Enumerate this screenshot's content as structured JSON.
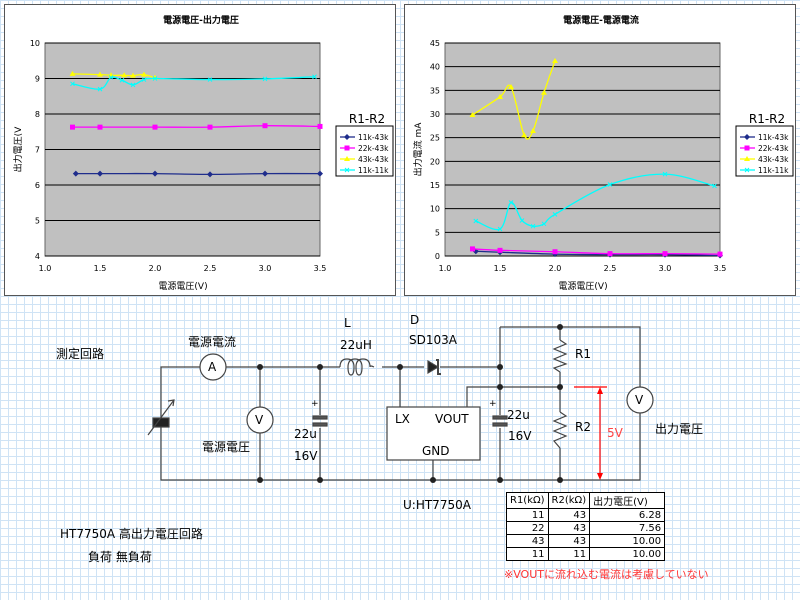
{
  "chart_data": [
    {
      "type": "line",
      "title": "電源電圧-出力電圧",
      "xlabel": "電源電圧(V)",
      "ylabel": "出力電圧(V",
      "xlim": [
        1.0,
        3.5
      ],
      "ylim": [
        4,
        10
      ],
      "xticks": [
        "1.0",
        "1.5",
        "2.0",
        "2.5",
        "3.0",
        "3.5"
      ],
      "yticks": [
        "4",
        "5",
        "6",
        "7",
        "8",
        "9",
        "10"
      ],
      "grid": true,
      "legend_title": "R1-R2",
      "legend": "right",
      "series": [
        {
          "name": "11k-43k",
          "color": "#1f2d8c",
          "marker": "diamond",
          "x": [
            1.28,
            1.5,
            2.0,
            2.5,
            3.0,
            3.5
          ],
          "y": [
            6.32,
            6.32,
            6.32,
            6.3,
            6.32,
            6.32
          ]
        },
        {
          "name": "22k-43k",
          "color": "#ff00ff",
          "marker": "square",
          "x": [
            1.25,
            1.5,
            2.0,
            2.5,
            3.0,
            3.5
          ],
          "y": [
            7.63,
            7.63,
            7.63,
            7.63,
            7.67,
            7.65
          ]
        },
        {
          "name": "43k-43k",
          "color": "#ffff00",
          "marker": "triangle",
          "x": [
            1.25,
            1.5,
            1.6,
            1.72,
            1.8,
            1.9,
            2.0
          ],
          "y": [
            9.13,
            9.11,
            9.09,
            9.09,
            9.08,
            9.11,
            9.02
          ]
        },
        {
          "name": "11k-11k",
          "color": "#00ffff",
          "marker": "x",
          "x": [
            1.25,
            1.5,
            1.6,
            1.7,
            1.8,
            1.9,
            2.0,
            2.5,
            3.0,
            3.45
          ],
          "y": [
            8.85,
            8.7,
            9.03,
            8.95,
            8.82,
            8.97,
            9.0,
            8.97,
            8.99,
            9.05
          ]
        }
      ]
    },
    {
      "type": "line",
      "title": "電源電圧-電源電流",
      "xlabel": "電源電圧(V)",
      "ylabel": "出力電流 mA",
      "xlim": [
        1.0,
        3.5
      ],
      "ylim": [
        0,
        45
      ],
      "xticks": [
        "1.0",
        "1.5",
        "2.0",
        "2.5",
        "3.0",
        "3.5"
      ],
      "yticks": [
        "0",
        "5",
        "10",
        "15",
        "20",
        "25",
        "30",
        "35",
        "40",
        "45"
      ],
      "grid": true,
      "legend_title": "R1-R2",
      "legend": "right",
      "series": [
        {
          "name": "11k-43k",
          "color": "#1f2d8c",
          "marker": "diamond",
          "x": [
            1.28,
            1.5,
            2.0,
            2.5,
            3.0,
            3.5
          ],
          "y": [
            1.0,
            0.8,
            0.4,
            0.3,
            0.3,
            0.1
          ]
        },
        {
          "name": "22k-43k",
          "color": "#ff00ff",
          "marker": "square",
          "x": [
            1.25,
            1.5,
            2.0,
            2.5,
            3.0,
            3.5
          ],
          "y": [
            1.5,
            1.2,
            0.9,
            0.5,
            0.5,
            0.4
          ]
        },
        {
          "name": "43k-43k",
          "color": "#ffff00",
          "marker": "triangle",
          "x": [
            1.25,
            1.5,
            1.6,
            1.72,
            1.8,
            1.9,
            2.0
          ],
          "y": [
            29.8,
            33.6,
            35.7,
            25.5,
            26.4,
            34.5,
            41.2
          ]
        },
        {
          "name": "11k-11k",
          "color": "#00ffff",
          "marker": "x",
          "x": [
            1.28,
            1.5,
            1.6,
            1.7,
            1.8,
            1.9,
            2.0,
            2.5,
            3.0,
            3.45
          ],
          "y": [
            7.4,
            5.7,
            11.3,
            7.5,
            6.3,
            6.8,
            8.8,
            15.1,
            17.3,
            14.8
          ]
        }
      ]
    }
  ],
  "circuit": {
    "title": "測定回路",
    "ammeter_label": "電源電流",
    "ammeter_symbol": "A",
    "voltmeter_symbol": "V",
    "input_voltmeter_label": "電源電圧",
    "inductor_ref": "L",
    "inductor_value": "22uH",
    "diode_ref": "D",
    "diode_part": "SD103A",
    "cap1_value": "22u",
    "cap1_voltage": "16V",
    "cap2_value": "22u",
    "cap2_voltage": "16V",
    "plus": "+",
    "ic_pin_lx": "LX",
    "ic_pin_vout": "VOUT",
    "ic_pin_gnd": "GND",
    "ic_label": "U:HT7750A",
    "r1": "R1",
    "r2": "R2",
    "vout_sense": "5V",
    "output_voltmeter_label": "出力電圧",
    "caption": "HT7750A 高出力電圧回路",
    "load": "負荷 無負荷"
  },
  "table": {
    "headers": [
      "R1(kΩ)",
      "R2(kΩ)",
      "出力電圧(V)"
    ],
    "rows": [
      [
        "11",
        "43",
        "6.28"
      ],
      [
        "22",
        "43",
        "7.56"
      ],
      [
        "43",
        "43",
        "10.00"
      ],
      [
        "11",
        "11",
        "10.00"
      ]
    ],
    "note": "※VOUTに流れ込む電流は考慮していない"
  }
}
